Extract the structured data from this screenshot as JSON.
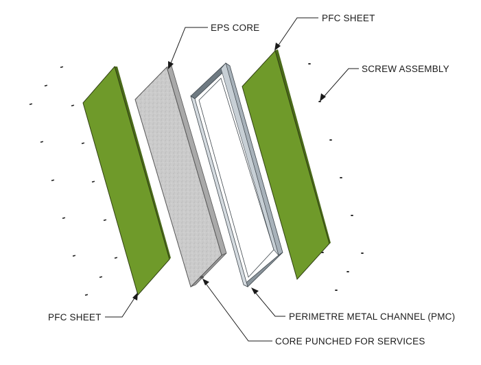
{
  "labels": {
    "eps_core": "EPS CORE",
    "pfc_sheet_top": "PFC SHEET",
    "screw_assembly": "SCREW ASSEMBLY",
    "pfc_sheet_bottom": "PFC SHEET",
    "perimetre_metal_channel": "PERIMETRE METAL CHANNEL (PMC)",
    "core_punched": "CORE PUNCHED FOR SERVICES"
  },
  "colors": {
    "pfc_sheet_face": "#6f9a2a",
    "pfc_sheet_edge": "#4a6a1a",
    "eps_core_face": "#c9c9c9",
    "eps_core_edge": "#a9a9a9",
    "metal_channel": "#a8b2ba",
    "metal_channel_dark": "#6f7a82"
  }
}
